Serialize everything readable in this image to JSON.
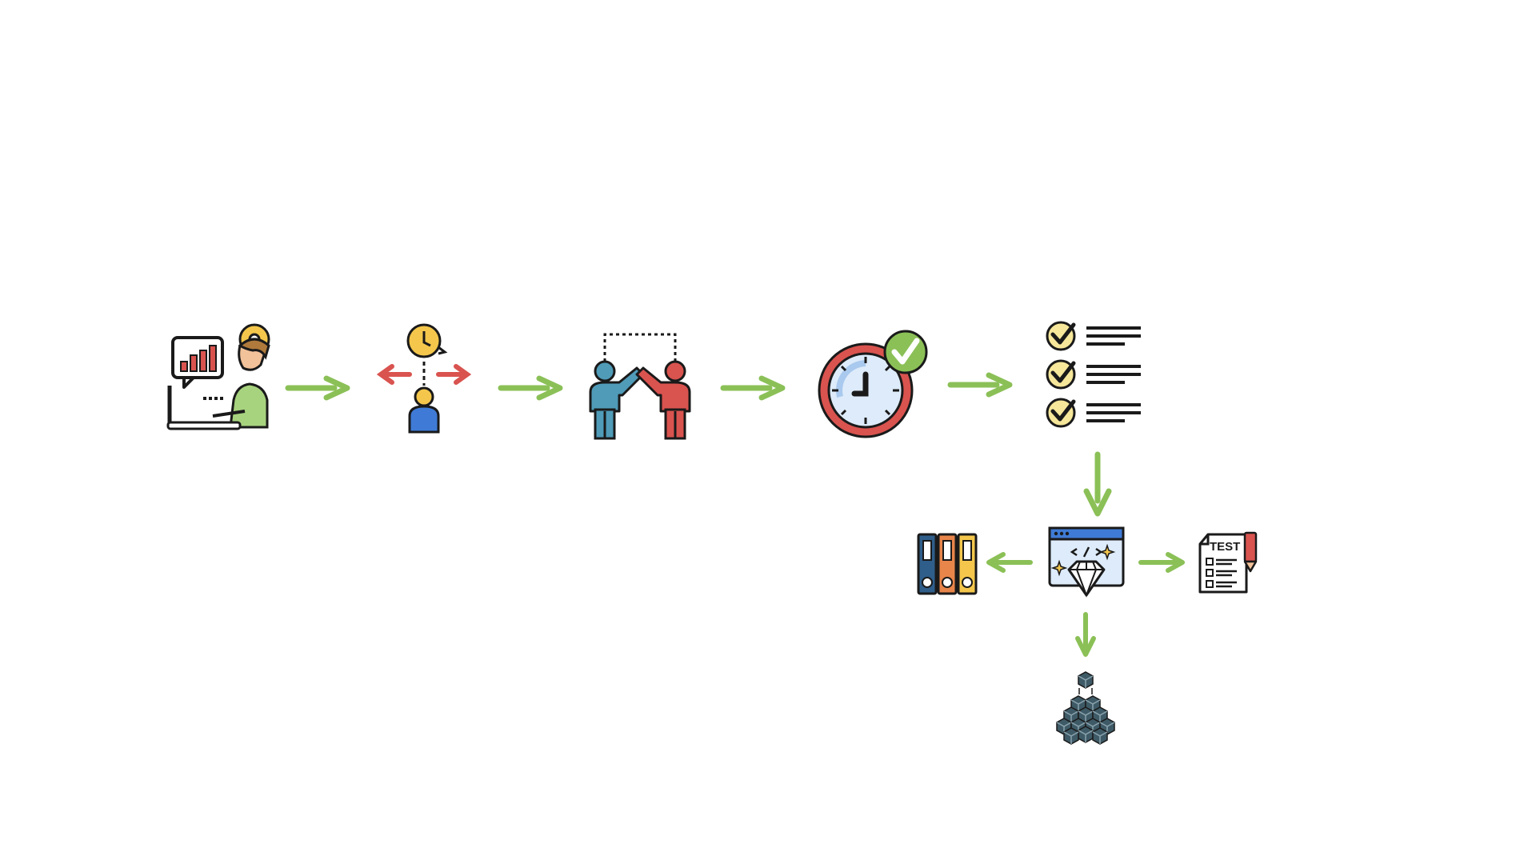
{
  "colors": {
    "arrow": "#8BC057",
    "outline": "#1a1a1a",
    "yellow": "#F4C74C",
    "blue": "#3F7BD6",
    "red": "#D9534F",
    "teal": "#4F9BB8",
    "green": "#8BC057",
    "dark-teal": "#3E5A66",
    "orange": "#E8854A"
  },
  "nodes": [
    {
      "id": "analyst",
      "icon": "analyst-with-laptop-icon"
    },
    {
      "id": "time-manager",
      "icon": "person-clock-arrows-icon"
    },
    {
      "id": "agreement",
      "icon": "high-five-icon"
    },
    {
      "id": "on-time",
      "icon": "clock-check-icon"
    },
    {
      "id": "checklist",
      "icon": "checklist-icon"
    },
    {
      "id": "quality-code",
      "icon": "code-diamond-icon"
    },
    {
      "id": "documentation",
      "icon": "binders-icon"
    },
    {
      "id": "testing",
      "icon": "test-sheet-icon"
    },
    {
      "id": "modules",
      "icon": "cubes-icon"
    }
  ],
  "test_label": "TEST"
}
